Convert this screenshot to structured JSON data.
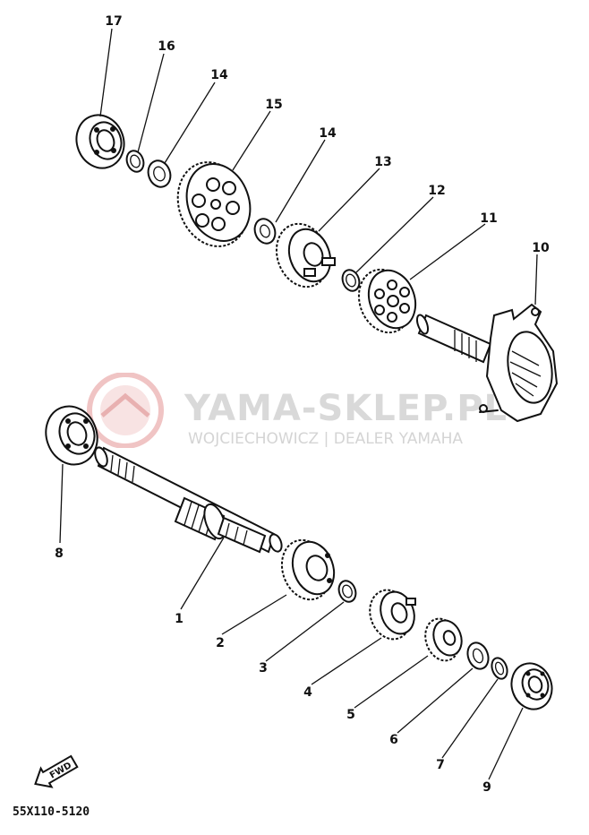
{
  "watermark": {
    "title": "YAMA-SKLEP.PL",
    "subtitle": "WOJCIECHOWICZ | DEALER YAMAHA",
    "logo_color": "#e8b0b0",
    "text_color": "#aaaaaa"
  },
  "figure_code": "55X110-5120",
  "direction_arrow_text": "FWD",
  "parts": [
    {
      "id": "part-17",
      "number": "17"
    },
    {
      "id": "part-16",
      "number": "16"
    },
    {
      "id": "part-14a",
      "number": "14"
    },
    {
      "id": "part-15",
      "number": "15"
    },
    {
      "id": "part-14b",
      "number": "14"
    },
    {
      "id": "part-13",
      "number": "13"
    },
    {
      "id": "part-12",
      "number": "12"
    },
    {
      "id": "part-11",
      "number": "11"
    },
    {
      "id": "part-10",
      "number": "10"
    },
    {
      "id": "part-8",
      "number": "8"
    },
    {
      "id": "part-1",
      "number": "1"
    },
    {
      "id": "part-2",
      "number": "2"
    },
    {
      "id": "part-3",
      "number": "3"
    },
    {
      "id": "part-4",
      "number": "4"
    },
    {
      "id": "part-5",
      "number": "5"
    },
    {
      "id": "part-6",
      "number": "6"
    },
    {
      "id": "part-7",
      "number": "7"
    },
    {
      "id": "part-9",
      "number": "9"
    }
  ]
}
